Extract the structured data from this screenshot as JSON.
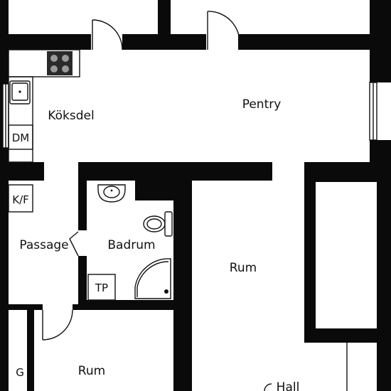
{
  "plan": {
    "colors": {
      "wall": "#0a0a0a",
      "background": "#ffffff",
      "line": "#111111"
    },
    "rooms": {
      "koksdel": "Köksdel",
      "pentry": "Pentry",
      "passage": "Passage",
      "badrum": "Badrum",
      "rum_center": "Rum",
      "rum_bottom": "Rum",
      "hall": "Hall"
    },
    "fixtures": {
      "dm": "DM",
      "kf": "K/F",
      "tp": "TP",
      "g": "G"
    },
    "icons": [
      "stove-icon",
      "kitchen-sink-icon",
      "washbasin-icon",
      "toilet-icon",
      "shower-icon",
      "window-icon",
      "door-icon"
    ]
  }
}
